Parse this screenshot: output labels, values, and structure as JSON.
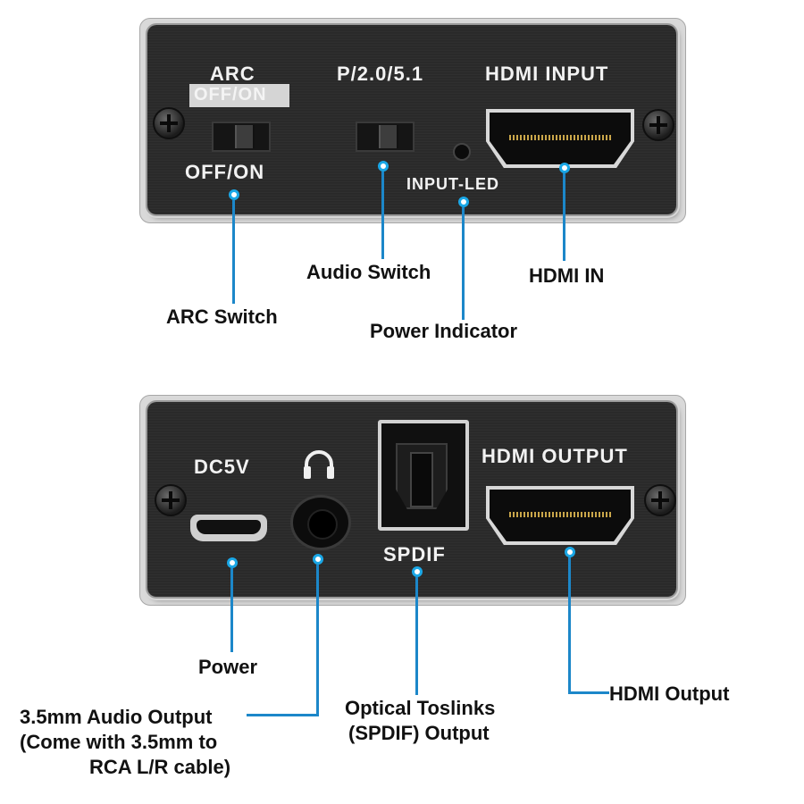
{
  "top_panel": {
    "arc_title": "ARC",
    "arc_ghost": "OFF/ON",
    "arc_state": "OFF/ON",
    "audio_mode": "P/2.0/5.1",
    "hdmi_input": "HDMI INPUT",
    "input_led": "INPUT-LED"
  },
  "bottom_panel": {
    "dc5v": "DC5V",
    "hdmi_output": "HDMI OUTPUT",
    "spdif": "SPDIF"
  },
  "callouts": {
    "arc_switch": "ARC Switch",
    "audio_switch": "Audio Switch",
    "power_indicator": "Power Indicator",
    "hdmi_in": "HDMI IN",
    "power": "Power",
    "audio_output_line1": "3.5mm Audio Output",
    "audio_output_line2": "(Come with 3.5mm to",
    "audio_output_line3": "RCA L/R cable)",
    "optical_line1": "Optical Toslinks",
    "optical_line2": "(SPDIF) Output",
    "hdmi_output": "HDMI Output"
  },
  "colors": {
    "callout_line": "#1c87c9",
    "callout_dot_ring": "#1aa7e6",
    "panel": "#2b2b2b",
    "panel_text": "#f2f2f2"
  },
  "icons": {
    "headphone": "headphone-icon"
  }
}
